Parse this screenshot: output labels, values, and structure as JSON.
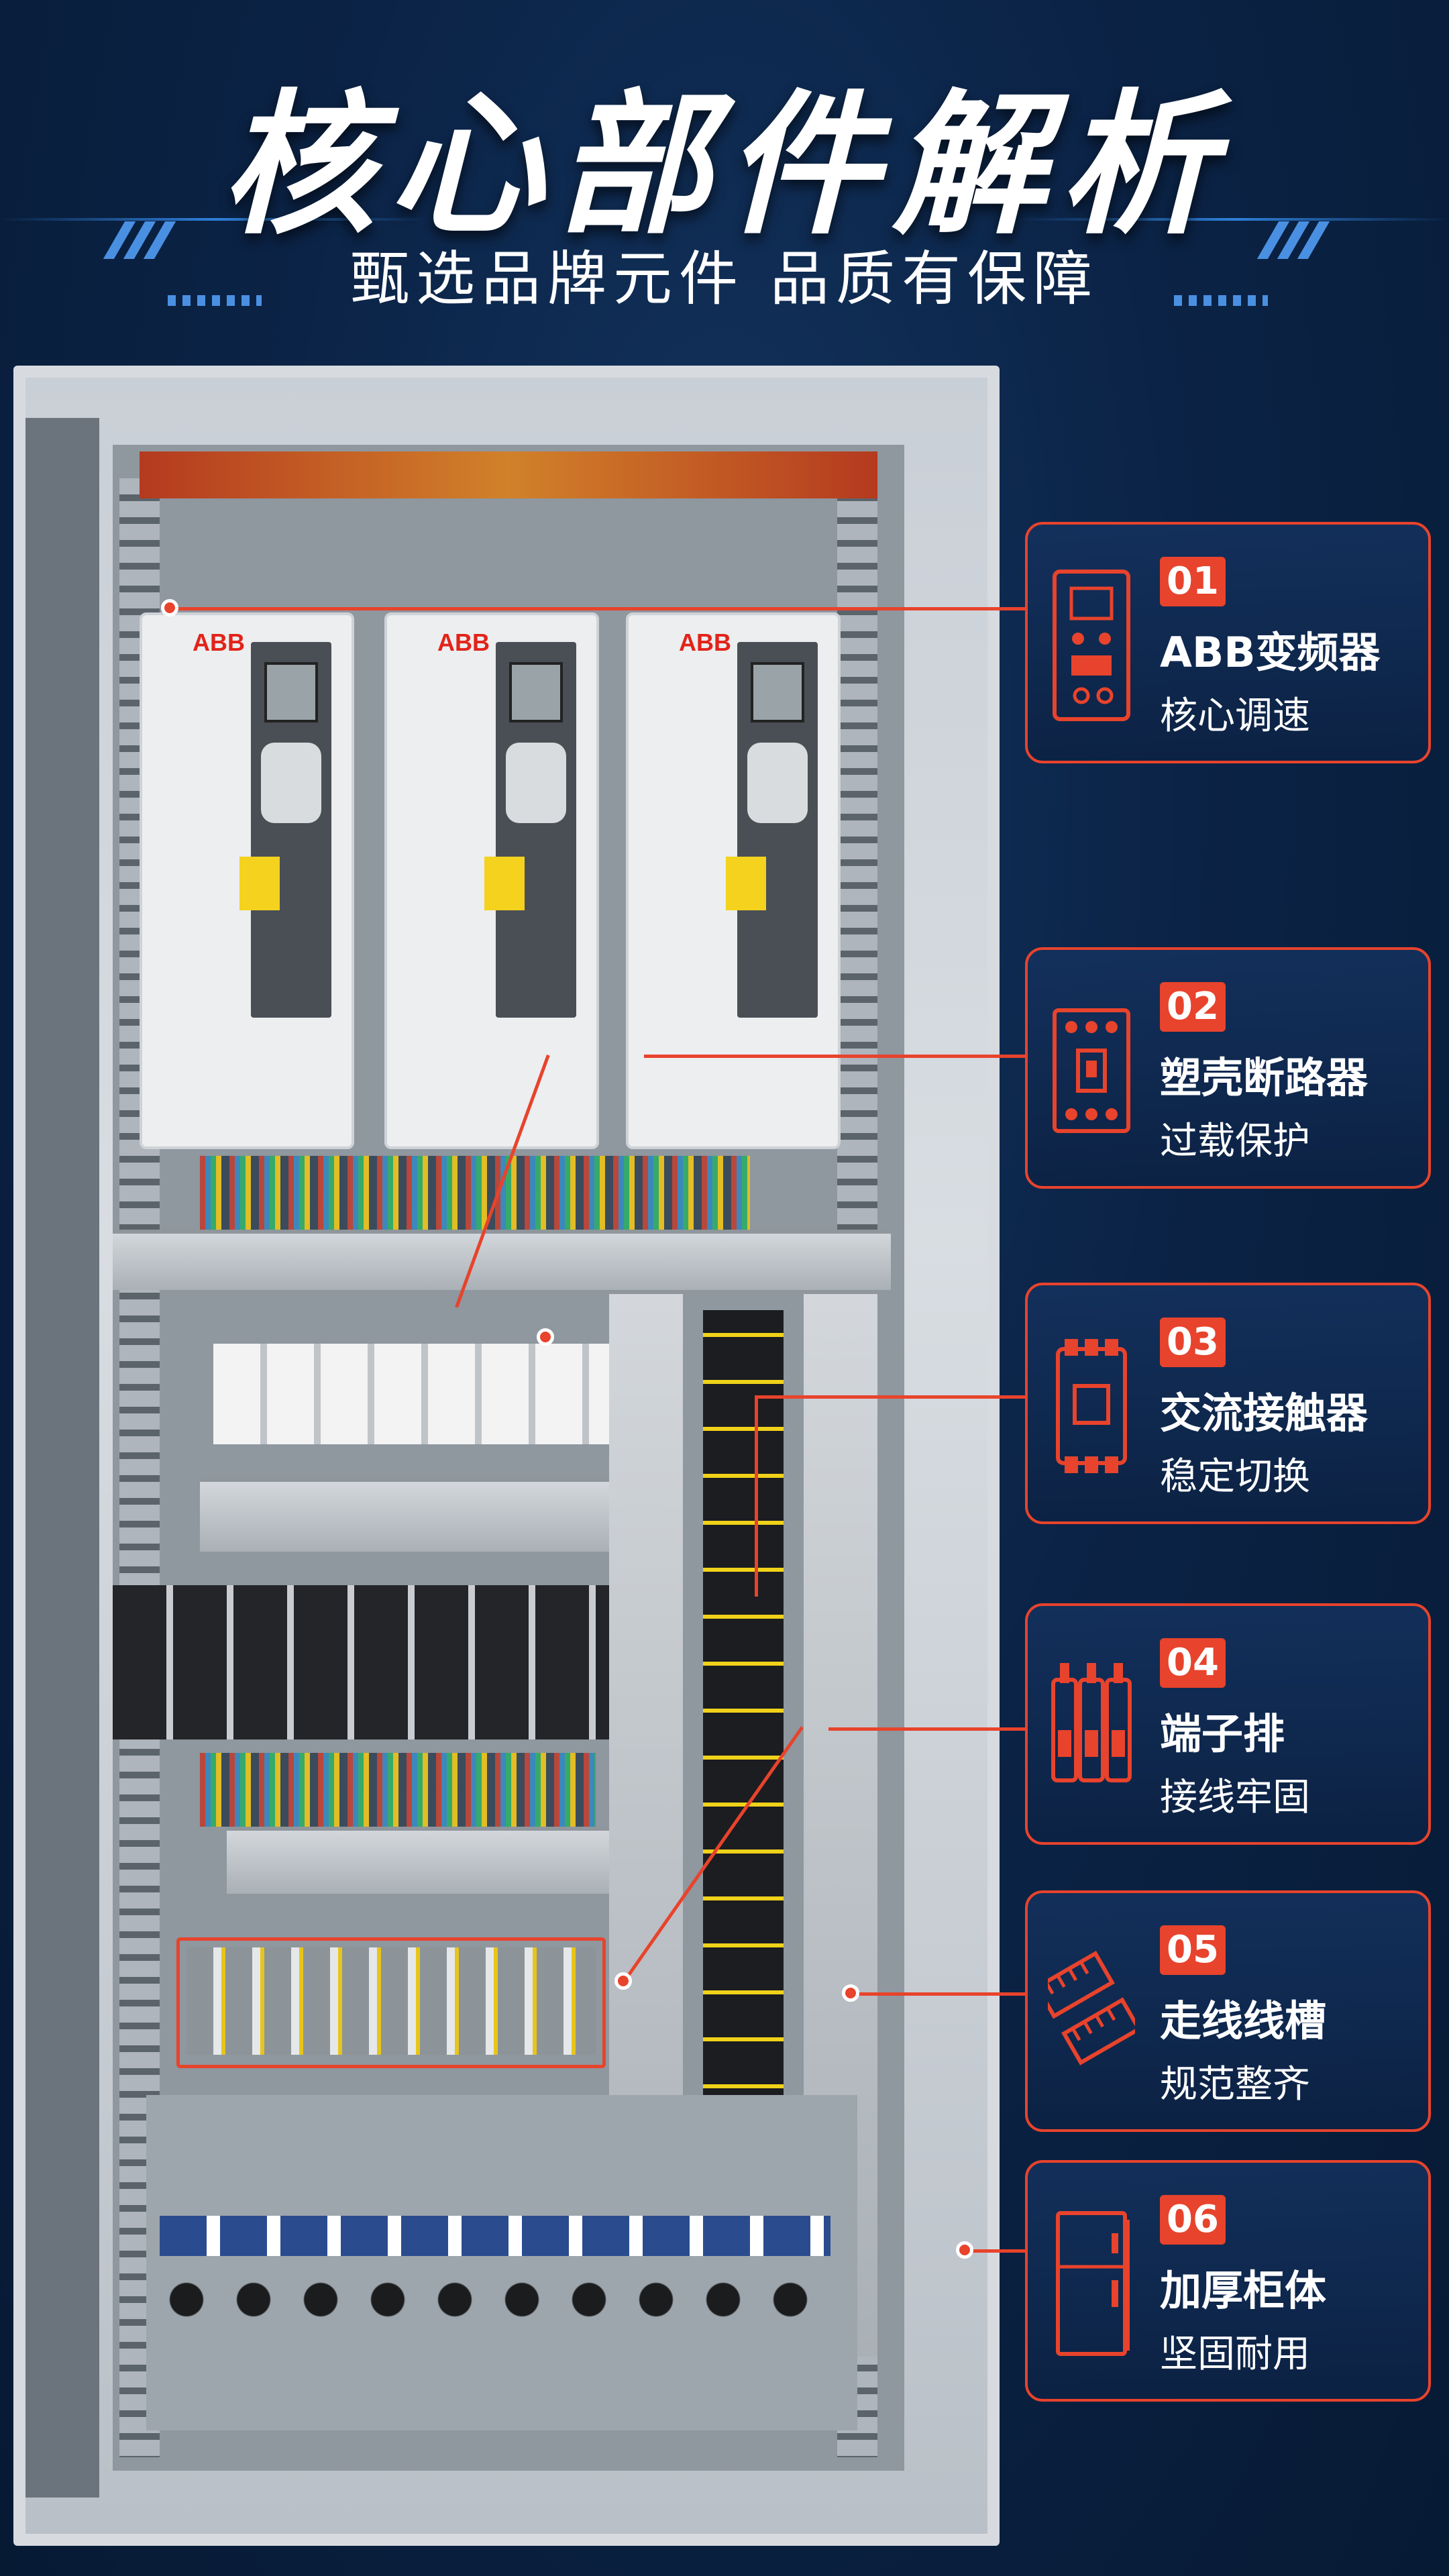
{
  "header": {
    "title": "核心部件解析",
    "subtitle": "甄选品牌元件 品质有保障"
  },
  "cabinet_photo": {
    "brand_labels": [
      "ABB",
      "ABB",
      "ABB"
    ]
  },
  "features": [
    {
      "number": "01",
      "name": "ABB变频器",
      "desc": "核心调速",
      "icon": "vfd-icon"
    },
    {
      "number": "02",
      "name": "塑壳断路器",
      "desc": "过载保护",
      "icon": "breaker-icon"
    },
    {
      "number": "03",
      "name": "交流接触器",
      "desc": "稳定切换",
      "icon": "contactor-icon"
    },
    {
      "number": "04",
      "name": "端子排",
      "desc": "接线牢固",
      "icon": "terminal-block-icon"
    },
    {
      "number": "05",
      "name": "走线线槽",
      "desc": "规范整齐",
      "icon": "cable-trunking-icon"
    },
    {
      "number": "06",
      "name": "加厚柜体",
      "desc": "坚固耐用",
      "icon": "cabinet-icon"
    }
  ],
  "colors": {
    "background": "#0b2346",
    "accent": "#e8432c",
    "text": "#ffffff",
    "decoration": "#4a90e2"
  }
}
